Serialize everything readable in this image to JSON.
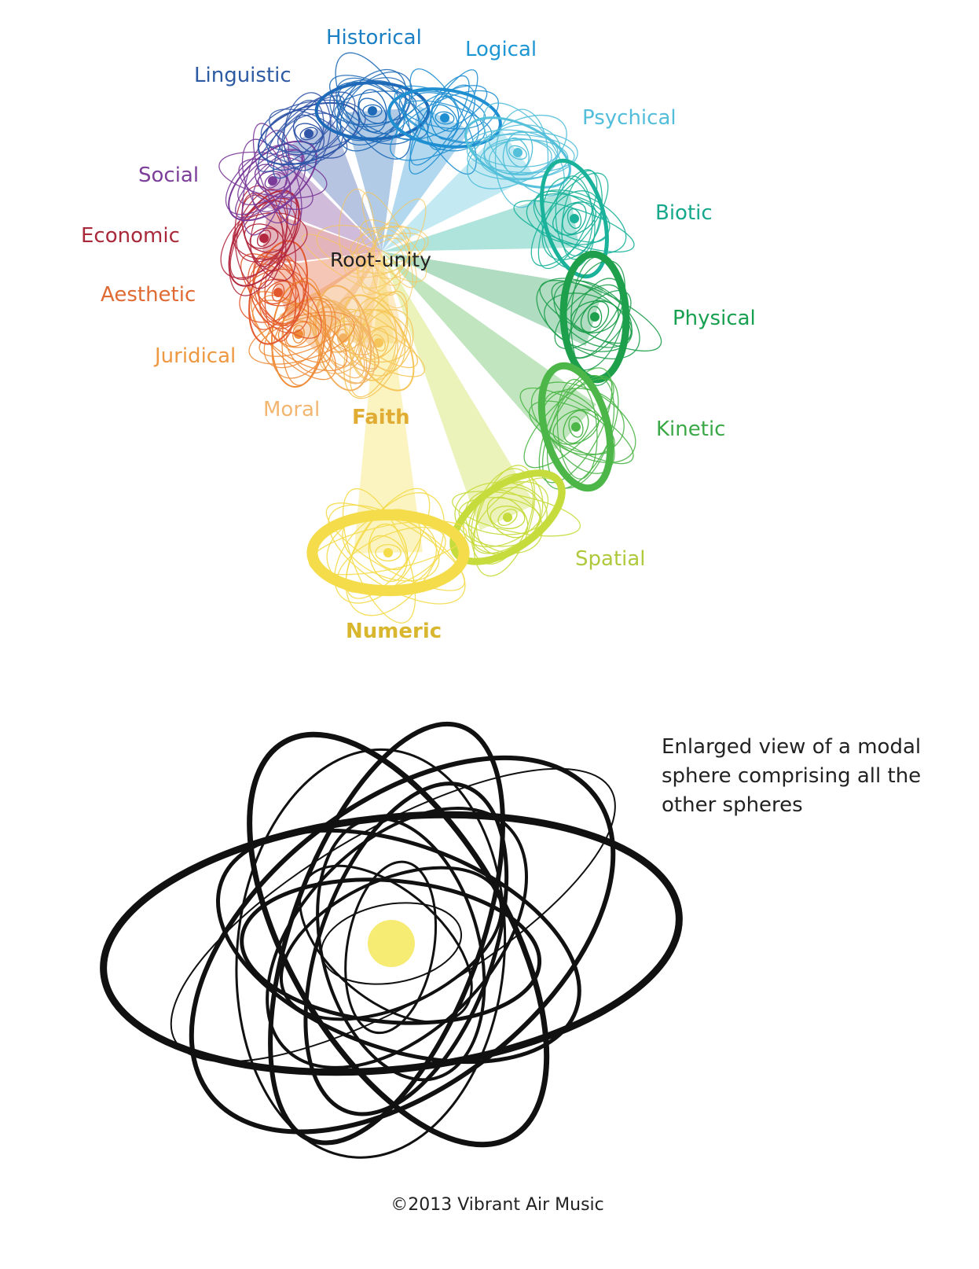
{
  "diagram": {
    "center_label": "Root-unity",
    "colors": {
      "numeric": "#f4dc4a",
      "center": "#f6c65a",
      "enlarged_rings": "#111111",
      "enlarged_core": "#f6ec74"
    },
    "spheres": [
      {
        "id": "numeric",
        "label": "Numeric",
        "color": "#f4dc4a",
        "text_color": "#d8b62e",
        "bold": true
      },
      {
        "id": "spatial",
        "label": "Spatial",
        "color": "#c6dc3c",
        "text_color": "#aec93b",
        "bold": false
      },
      {
        "id": "kinetic",
        "label": "Kinetic",
        "color": "#4cb648",
        "text_color": "#3aa846",
        "bold": false
      },
      {
        "id": "physical",
        "label": "Physical",
        "color": "#1e9f4c",
        "text_color": "#17a050",
        "bold": false
      },
      {
        "id": "biotic",
        "label": "Biotic",
        "color": "#1ab29a",
        "text_color": "#16a88a",
        "bold": false
      },
      {
        "id": "psychical",
        "label": "Psychical",
        "color": "#54c0da",
        "text_color": "#52bedb",
        "bold": false
      },
      {
        "id": "logical",
        "label": "Logical",
        "color": "#1f8fd2",
        "text_color": "#1e96d3",
        "bold": false
      },
      {
        "id": "historical",
        "label": "Historical",
        "color": "#1f6ab8",
        "text_color": "#1b7fc4",
        "bold": false
      },
      {
        "id": "linguistic",
        "label": "Linguistic",
        "color": "#3256a8",
        "text_color": "#2c5aa3",
        "bold": false
      },
      {
        "id": "social",
        "label": "Social",
        "color": "#7a3b99",
        "text_color": "#7d3e9a",
        "bold": false
      },
      {
        "id": "economic",
        "label": "Economic",
        "color": "#b3293f",
        "text_color": "#a9293b",
        "bold": false
      },
      {
        "id": "aesthetic",
        "label": "Aesthetic",
        "color": "#e3592e",
        "text_color": "#e06a33",
        "bold": false
      },
      {
        "id": "juridical",
        "label": "Juridical",
        "color": "#ef8d3a",
        "text_color": "#ee9842",
        "bold": false
      },
      {
        "id": "moral",
        "label": "Moral",
        "color": "#f2b261",
        "text_color": "#f2b670",
        "bold": false
      },
      {
        "id": "faith",
        "label": "Faith",
        "color": "#f6c65a",
        "text_color": "#e1ac33",
        "bold": true
      }
    ]
  },
  "caption": "Enlarged view of a modal sphere comprising all the other spheres",
  "copyright": "©2013 Vibrant Air Music"
}
